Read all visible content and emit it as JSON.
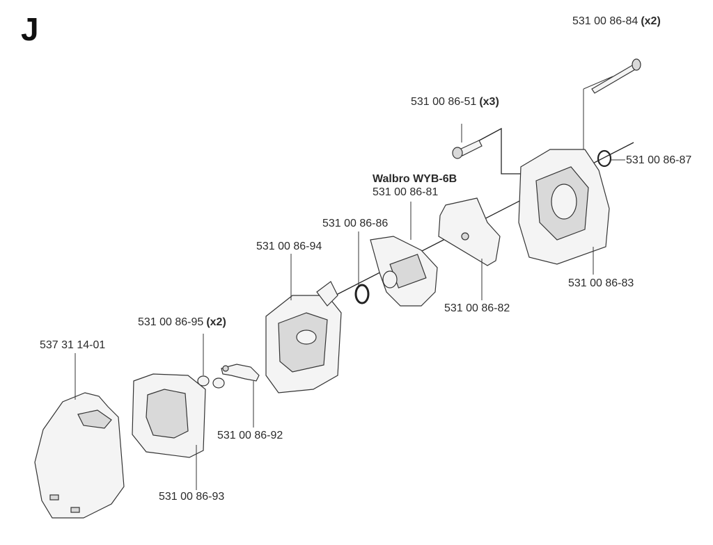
{
  "section_letter": "J",
  "model_label": "Walbro WYB-6B",
  "callouts": [
    {
      "id": "bolt-long",
      "part_no": "531 00 86-84",
      "qty": "(x2)"
    },
    {
      "id": "screw",
      "part_no": "531 00 86-51",
      "qty": "(x3)"
    },
    {
      "id": "oring-right",
      "part_no": "531 00 86-87",
      "qty": ""
    },
    {
      "id": "carburetor",
      "part_no": "531 00 86-81",
      "qty": ""
    },
    {
      "id": "gasket-plate",
      "part_no": "531 00 86-82",
      "qty": ""
    },
    {
      "id": "intake-adapter",
      "part_no": "531 00 86-83",
      "qty": ""
    },
    {
      "id": "oring-left",
      "part_no": "531 00 86-86",
      "qty": ""
    },
    {
      "id": "air-filter-base",
      "part_no": "531 00 86-94",
      "qty": ""
    },
    {
      "id": "nut",
      "part_no": "531 00 86-95",
      "qty": "(x2)"
    },
    {
      "id": "cover",
      "part_no": "537 31 14-01",
      "qty": ""
    },
    {
      "id": "bracket",
      "part_no": "531 00 86-92",
      "qty": ""
    },
    {
      "id": "air-filter",
      "part_no": "531 00 86-93",
      "qty": ""
    }
  ]
}
